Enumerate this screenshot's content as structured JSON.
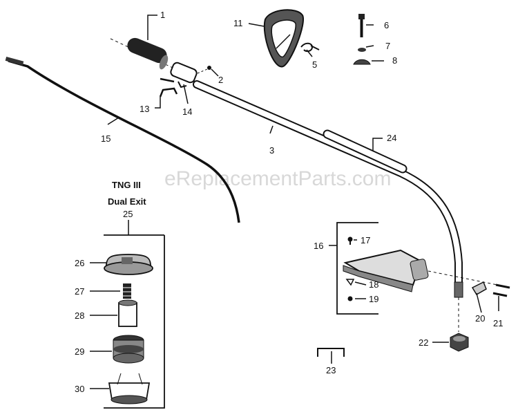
{
  "watermark": "eReplacementParts.com",
  "group_title": {
    "line1": "TNG III",
    "line2": "Dual Exit"
  },
  "callouts": {
    "p1": "1",
    "p2": "2",
    "p3": "3",
    "p5": "5",
    "p6": "6",
    "p7": "7",
    "p8": "8",
    "p11": "11",
    "p13": "13",
    "p14": "14",
    "p15": "15",
    "p16": "16",
    "p17": "17",
    "p18": "18",
    "p19": "19",
    "p20": "20",
    "p21": "21",
    "p22": "22",
    "p23": "23",
    "p24": "24",
    "p25": "25",
    "p26": "26",
    "p27": "27",
    "p28": "28",
    "p29": "29",
    "p30": "30"
  }
}
